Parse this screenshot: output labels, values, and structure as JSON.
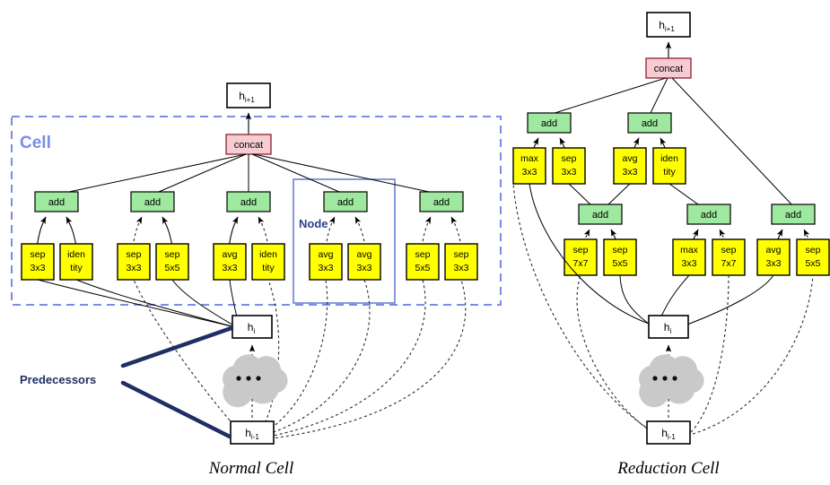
{
  "figure": {
    "panels": [
      {
        "id": "normal",
        "caption": "Normal Cell",
        "cell_label": "Cell",
        "node_label": "Node",
        "predecessors_label": "Predecessors",
        "output_label": "h",
        "output_sub": "i+1",
        "concat_label": "concat",
        "add_label": "add",
        "input_hi": "h",
        "input_hi_sub": "i",
        "input_hprev": "h",
        "input_hprev_sub": "i-1",
        "nodes": [
          {
            "add": "add",
            "ops": [
              {
                "line1": "sep",
                "line2": "3x3"
              },
              {
                "line1": "iden",
                "line2": "tity"
              }
            ]
          },
          {
            "add": "add",
            "ops": [
              {
                "line1": "sep",
                "line2": "3x3"
              },
              {
                "line1": "sep",
                "line2": "5x5"
              }
            ]
          },
          {
            "add": "add",
            "ops": [
              {
                "line1": "avg",
                "line2": "3x3"
              },
              {
                "line1": "iden",
                "line2": "tity"
              }
            ]
          },
          {
            "add": "add",
            "ops": [
              {
                "line1": "avg",
                "line2": "3x3"
              },
              {
                "line1": "avg",
                "line2": "3x3"
              }
            ]
          },
          {
            "add": "add",
            "ops": [
              {
                "line1": "sep",
                "line2": "5x5"
              },
              {
                "line1": "sep",
                "line2": "3x3"
              }
            ]
          }
        ]
      },
      {
        "id": "reduction",
        "caption": "Reduction Cell",
        "output_label": "h",
        "output_sub": "i+1",
        "concat_label": "concat",
        "add_label": "add",
        "input_hi": "h",
        "input_hi_sub": "i",
        "input_hprev": "h",
        "input_hprev_sub": "i-1",
        "top_adds": [
          {
            "add": "add",
            "ops": [
              {
                "line1": "max",
                "line2": "3x3"
              },
              {
                "line1": "sep",
                "line2": "3x3"
              }
            ]
          },
          {
            "add": "add",
            "ops": [
              {
                "line1": "avg",
                "line2": "3x3"
              },
              {
                "line1": "iden",
                "line2": "tity"
              }
            ]
          }
        ],
        "bottom_adds": [
          {
            "add": "add",
            "ops": [
              {
                "line1": "sep",
                "line2": "7x7"
              },
              {
                "line1": "sep",
                "line2": "5x5"
              }
            ]
          },
          {
            "add": "add",
            "ops": [
              {
                "line1": "max",
                "line2": "3x3"
              },
              {
                "line1": "sep",
                "line2": "7x7"
              }
            ]
          },
          {
            "add": "add",
            "ops": [
              {
                "line1": "avg",
                "line2": "3x3"
              },
              {
                "line1": "sep",
                "line2": "5x5"
              }
            ]
          }
        ]
      }
    ],
    "colors": {
      "op_fill": "#ffff00",
      "add_fill": "#9fe89f",
      "concat_fill": "#f6ccd3",
      "concat_stroke": "#8c2030",
      "cell_stroke": "#7b8ce8",
      "node_stroke": "#6b7fd7",
      "predecessor": "#1f2f63",
      "cloud": "#c9c9c9"
    },
    "dots": "•••"
  }
}
